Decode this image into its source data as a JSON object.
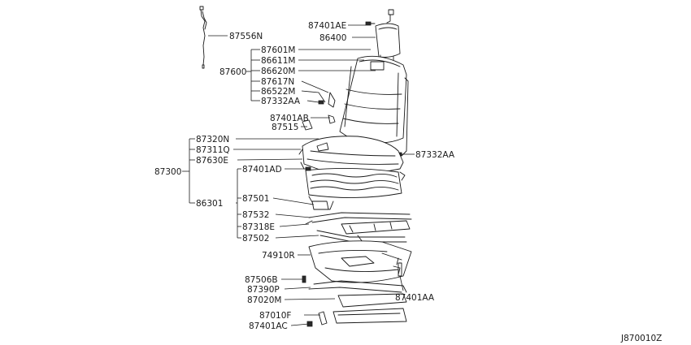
{
  "diagram_code": "J870010Z",
  "parts": {
    "p87556N": "87556N",
    "p87401AE": "87401AE",
    "p86400": "86400",
    "p87601M": "87601M",
    "p86611M": "86611M",
    "p87600": "87600",
    "p86620M": "86620M",
    "p87617N": "87617N",
    "p86522M": "86522M",
    "p87332AA_left": "87332AA",
    "p87401AB": "87401AB",
    "p87515": "87515",
    "p87320N": "87320N",
    "p87311Q": "87311Q",
    "p87300": "87300",
    "p87630E": "87630E",
    "p87332AA_right": "87332AA",
    "p87401AD": "87401AD",
    "p86301": "86301",
    "p87501": "87501",
    "p87532": "87532",
    "p87318E": "87318E",
    "p87502": "87502",
    "p74910R": "74910R",
    "p87506B": "87506B",
    "p87390P": "87390P",
    "p87401AA": "87401AA",
    "p87020M": "87020M",
    "p87010F": "87010F",
    "p87401AC": "87401AC"
  }
}
